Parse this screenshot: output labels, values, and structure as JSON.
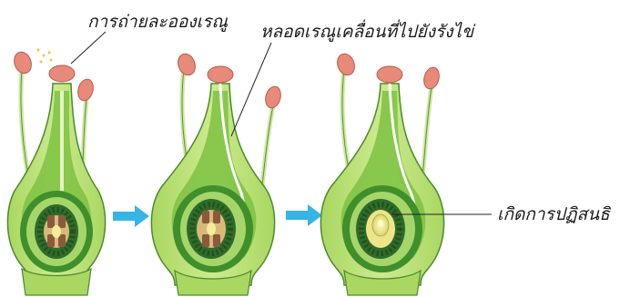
{
  "labels": {
    "pollination": "การถ่ายละอองเรณู",
    "pollen_tube": "หลอดเรณูเคลื่อนที่ไปยังรังไข่",
    "fertilization": "เกิดการปฏิสนธิ"
  },
  "stages": [
    {
      "id": "stage-pollination",
      "pollen_tube": "none"
    },
    {
      "id": "stage-tube-growing",
      "pollen_tube": "growing"
    },
    {
      "id": "stage-fertilization",
      "pollen_tube": "reached-ovule"
    }
  ],
  "colors": {
    "outer_green": "#bfe07a",
    "mid_green": "#7cc242",
    "dark_green": "#3f8f2c",
    "ovule_ring": "#2f6b2a",
    "ovule_center": "#f5ed9a",
    "anther": "#e88a7a",
    "arrow": "#35b4e6"
  },
  "icons": [
    "arrow-right-icon",
    "arrow-right-icon"
  ]
}
